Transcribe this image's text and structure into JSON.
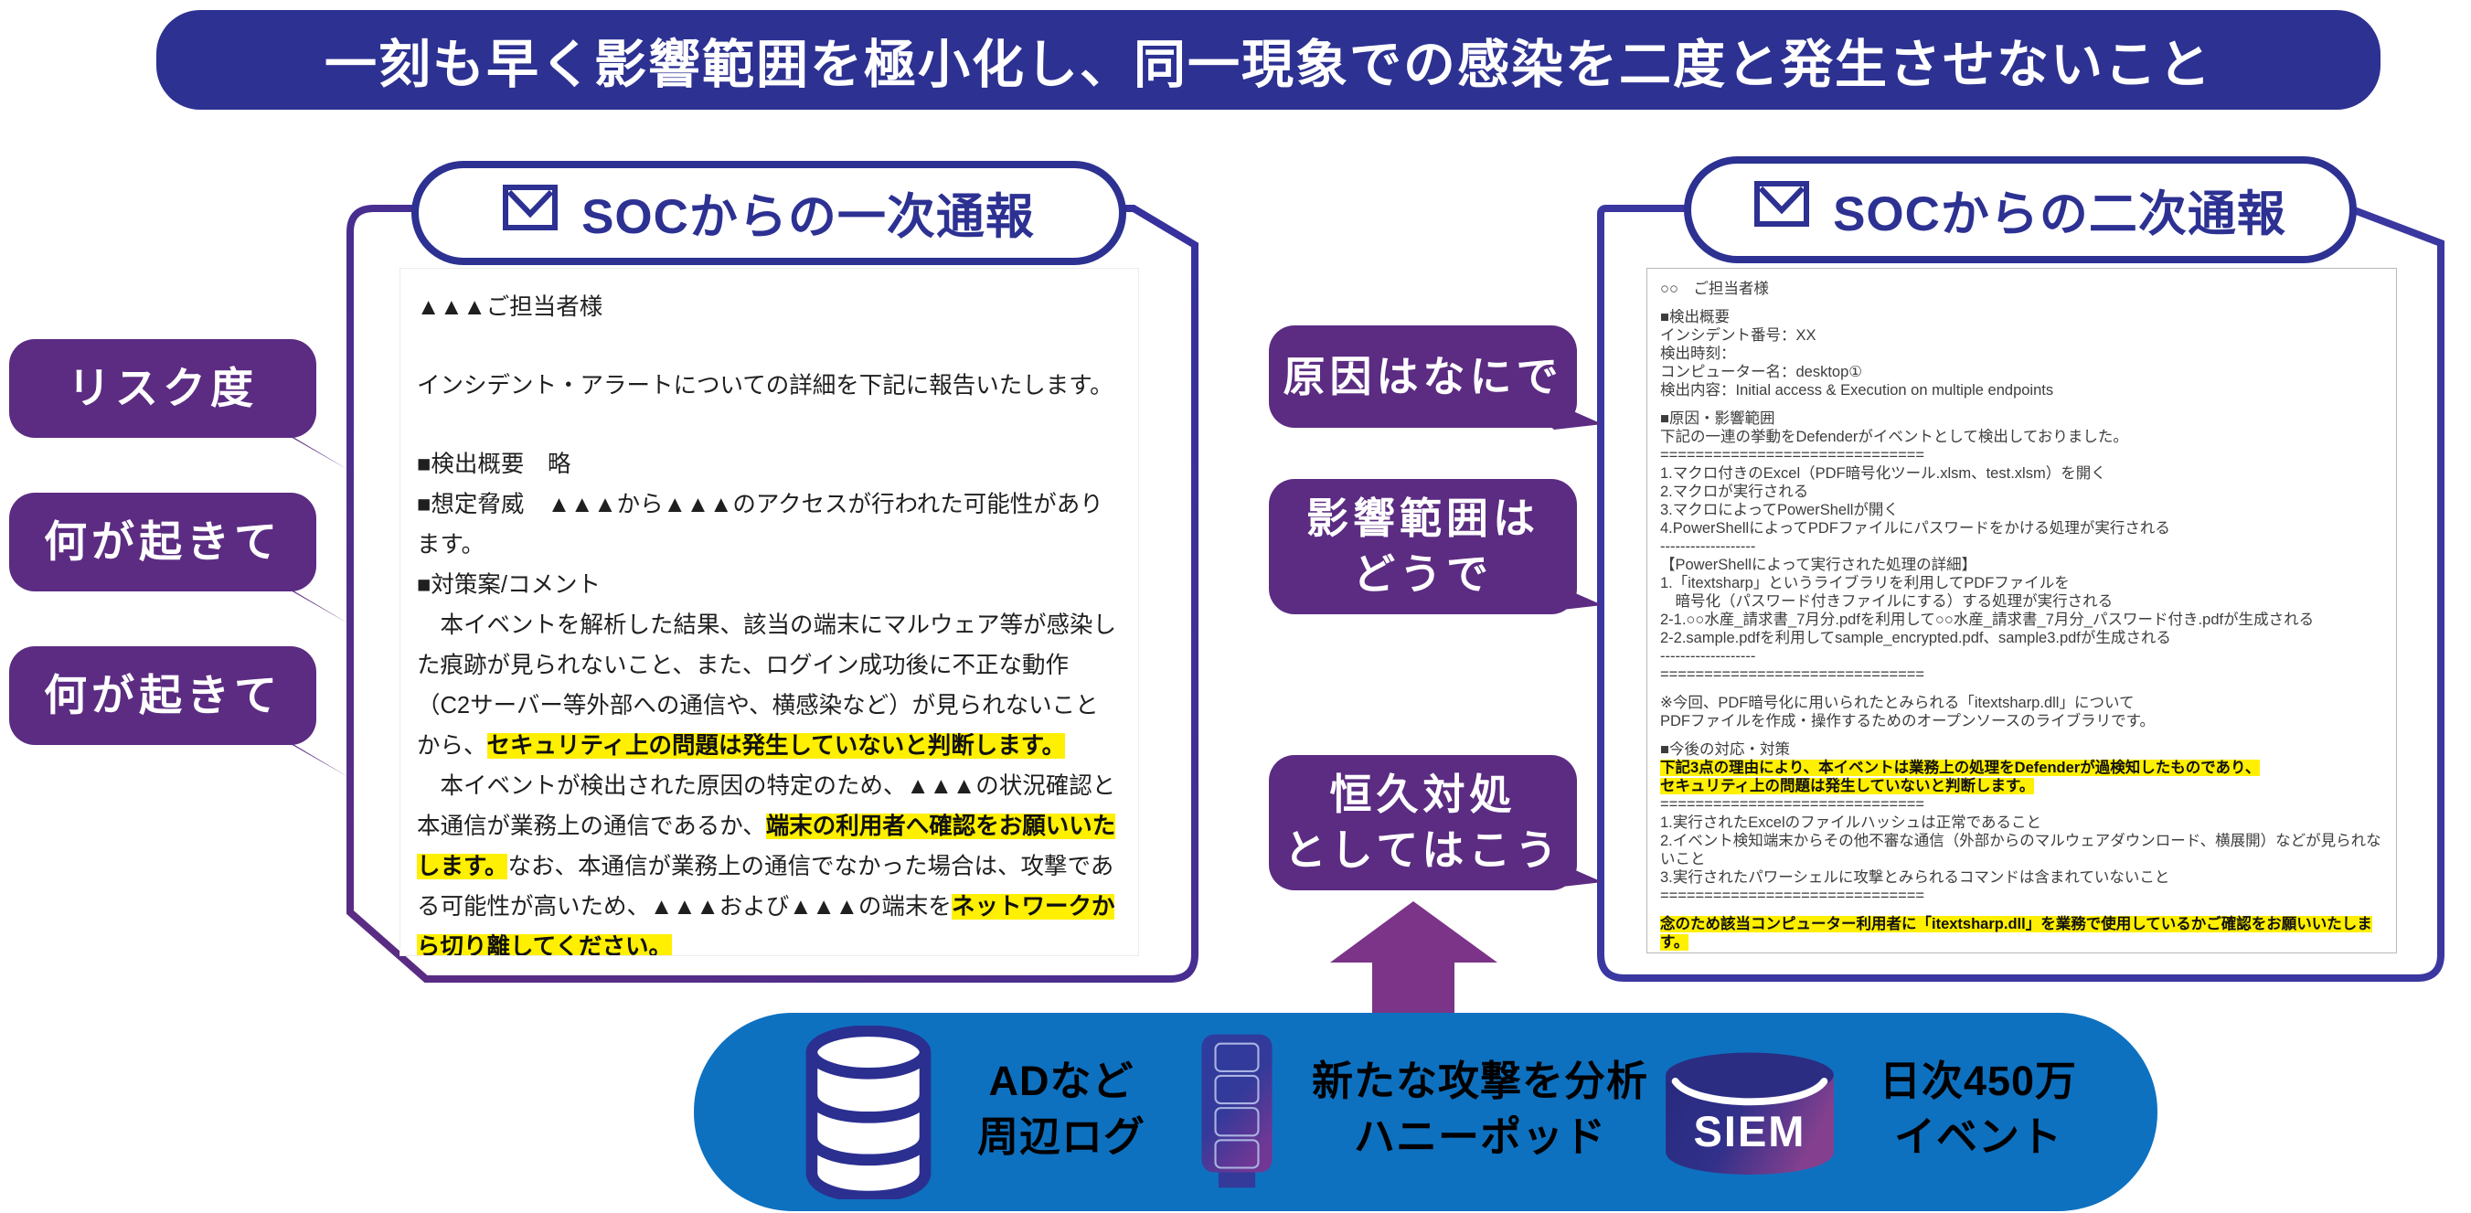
{
  "banner": {
    "text": "一刻も早く影響範囲を極小化し、同一現象での感染を二度と発生させないこと"
  },
  "left_panel": {
    "header": {
      "icon": "envelope-icon",
      "label": "SOCからの一次通報"
    },
    "callouts": [
      {
        "label": "リスク度"
      },
      {
        "label": "何が起きて"
      },
      {
        "label": "何が起きて"
      }
    ],
    "document": {
      "paragraphs": [
        [
          {
            "t": "▲▲▲ご担当者様"
          }
        ],
        [
          {
            "t": ""
          }
        ],
        [
          {
            "t": "インシデント・アラートについての詳細を下記に報告いたします。"
          }
        ],
        [
          {
            "t": ""
          }
        ],
        [
          {
            "t": "■検出概要　略"
          }
        ],
        [
          {
            "t": "■想定脅威　▲▲▲から▲▲▲のアクセスが行われた可能性があります。"
          }
        ],
        [
          {
            "t": "■対策案/コメント"
          }
        ],
        [
          {
            "t": "　本イベントを解析した結果、該当の端末にマルウェア等が感染した痕跡が見られないこと、また、ログイン成功後に不正な動作（C2サーバー等外部への通信や、横感染など）が見られないことから、"
          },
          {
            "t": "セキュリティ上の問題は発生していないと判断します。",
            "h": true
          }
        ],
        [
          {
            "t": "　本イベントが検出された原因の特定のため、▲▲▲の状況確認と本通信が業務上の通信であるか、"
          },
          {
            "t": "端末の利用者へ確認をお願いいたします。",
            "h": true
          },
          {
            "t": "なお、本通信が業務上の通信でなかった場合は、攻撃である可能性が高いため、▲▲▲および▲▲▲の端末を"
          },
          {
            "t": "ネットワークから切り離してください。",
            "h": true
          }
        ]
      ]
    }
  },
  "right_panel": {
    "header": {
      "icon": "envelope-icon",
      "label": "SOCからの二次通報"
    },
    "callouts": [
      {
        "label": "原因はなにで"
      },
      {
        "label": "影響範囲は\nどうで"
      },
      {
        "label": "恒久対処\nとしてはこう"
      }
    ],
    "document": {
      "paragraphs": [
        [
          {
            "t": "○○　ご担当者様"
          }
        ],
        [
          {
            "t": ""
          }
        ],
        [
          {
            "t": "■検出概要"
          }
        ],
        [
          {
            "t": "インシデント番号：XX"
          }
        ],
        [
          {
            "t": "検出時刻："
          }
        ],
        [
          {
            "t": "コンピューター名：desktop①"
          }
        ],
        [
          {
            "t": "検出内容：Initial access & Execution on multiple endpoints"
          }
        ],
        [
          {
            "t": ""
          }
        ],
        [
          {
            "t": "■原因・影響範囲"
          }
        ],
        [
          {
            "t": "下記の一連の挙動をDefenderがイベントとして検出しておりました。"
          }
        ],
        [
          {
            "t": "=============================="
          }
        ],
        [
          {
            "t": "1.マクロ付きのExcel（PDF暗号化ツール.xlsm、test.xlsm）を開く"
          }
        ],
        [
          {
            "t": "2.マクロが実行される"
          }
        ],
        [
          {
            "t": "3.マクロによってPowerShellが開く"
          }
        ],
        [
          {
            "t": "4.PowerShellによってPDFファイルにパスワードをかける処理が実行される"
          }
        ],
        [
          {
            "t": "-------------------"
          }
        ],
        [
          {
            "t": "【PowerShellによって実行された処理の詳細】"
          }
        ],
        [
          {
            "t": "1.「itextsharp」というライブラリを利用してPDFファイルを"
          }
        ],
        [
          {
            "t": "　暗号化（パスワード付きファイルにする）する処理が実行される"
          }
        ],
        [
          {
            "t": "2-1.○○水産_請求書_7月分.pdfを利用して○○水産_請求書_7月分_パスワード付き.pdfが生成される"
          }
        ],
        [
          {
            "t": "2-2.sample.pdfを利用してsample_encrypted.pdf、sample3.pdfが生成される"
          }
        ],
        [
          {
            "t": "-------------------"
          }
        ],
        [
          {
            "t": "=============================="
          }
        ],
        [
          {
            "t": ""
          }
        ],
        [
          {
            "t": "※今回、PDF暗号化に用いられたとみられる「itextsharp.dll」について"
          }
        ],
        [
          {
            "t": "PDFファイルを作成・操作するためのオープンソースのライブラリです。"
          }
        ],
        [
          {
            "t": ""
          }
        ],
        [
          {
            "t": "■今後の対応・対策"
          }
        ],
        [
          {
            "t": "下記3点の理由により、本イベントは業務上の処理をDefenderが過検知したものであり、",
            "h": true
          }
        ],
        [
          {
            "t": "セキュリティ上の問題は発生していないと判断します。",
            "h": true
          }
        ],
        [
          {
            "t": "=============================="
          }
        ],
        [
          {
            "t": "1.実行されたExcelのファイルハッシュは正常であること"
          }
        ],
        [
          {
            "t": "2.イベント検知端末からその他不審な通信（外部からのマルウェアダウンロード、横展開）などが見られないこと"
          }
        ],
        [
          {
            "t": "3.実行されたパワーシェルに攻撃とみられるコマンドは含まれていないこと"
          }
        ],
        [
          {
            "t": "=============================="
          }
        ],
        [
          {
            "t": ""
          }
        ],
        [
          {
            "t": "念のため該当コンピューター利用者に「itextsharp.dll」を業務で使用しているかご確認をお願いいたします。",
            "h": true
          }
        ]
      ]
    }
  },
  "bottom_bar": {
    "items": [
      {
        "icon": "database-icon",
        "label": "ADなど\n周辺ログ"
      },
      {
        "icon": "honeypot-icon",
        "label": "新たな攻撃を分析\nハニーポッド"
      },
      {
        "icon": "siem-cylinder-icon",
        "icon_label": "SIEM",
        "label": "日次450万\nイベント"
      }
    ]
  },
  "colors": {
    "banner_blue": "#2c3192",
    "frame_indigo": "#35319e",
    "callout_purple": "#5b2c82",
    "arrow_purple": "#7b3487",
    "bar_blue": "#0e71c0",
    "highlight_yellow": "#ffef00"
  }
}
